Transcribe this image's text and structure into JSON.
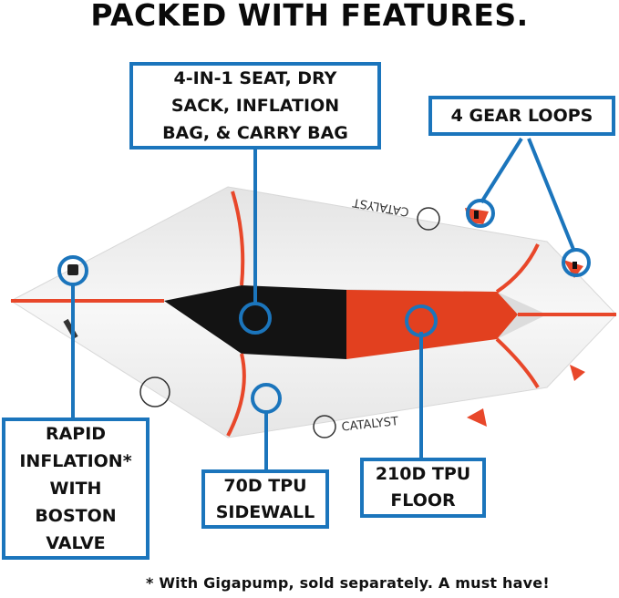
{
  "title": "PACKED WITH FEATURES.",
  "callouts": {
    "seat": "4-IN-1 SEAT, DRY\nSACK, INFLATION\nBAG, & CARRY BAG",
    "gear_loops": "4 GEAR LOOPS",
    "valve": "RAPID\nINFLATION*\nWITH\nBOSTON\nVALVE",
    "sidewall": "70D TPU\nSIDEWALL",
    "floor": "210D TPU\nFLOOR"
  },
  "brand_marks": [
    "CATALYST",
    "CATALYST"
  ],
  "footnote": "* With Gigapump, sold separately. A must have!",
  "colors": {
    "callout_blue": "#1b75bc",
    "hull_white": "#f2f2f2",
    "accent_orange": "#e8472a",
    "seat_black": "#111111"
  }
}
